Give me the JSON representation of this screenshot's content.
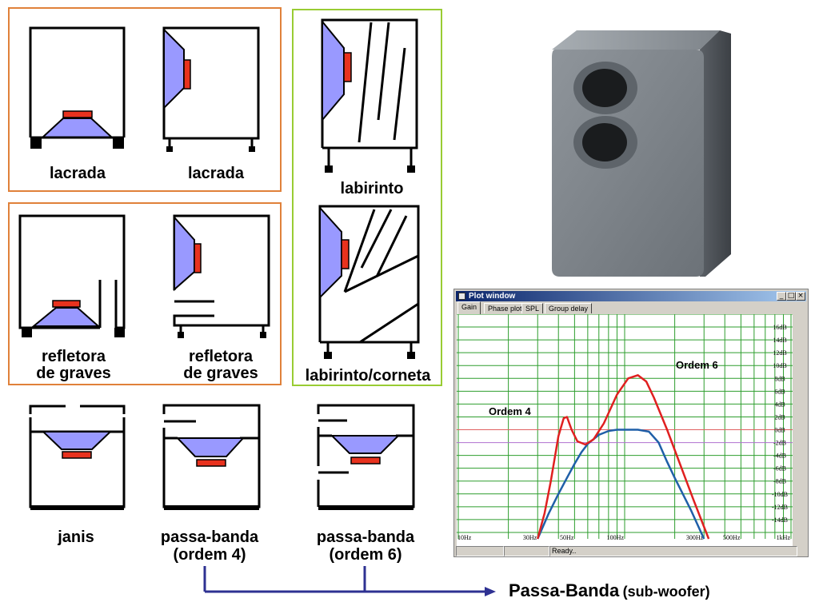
{
  "labels": {
    "lacrada_1": "lacrada",
    "lacrada_2": "lacrada",
    "labirinto": "labirinto",
    "refletora_1_line1": "refletora",
    "refletora_1_line2": "de graves",
    "refletora_2_line1": "refletora",
    "refletora_2_line2": "de graves",
    "labirinto_corneta": "labirinto/corneta",
    "janis": "janis",
    "passa4_line1": "passa-banda",
    "passa4_line2": "(ordem 4)",
    "passa6_line1": "passa-banda",
    "passa6_line2": "(ordem 6)",
    "footer_main": "Passa-Banda",
    "footer_sub": "(sub-woofer)"
  },
  "colors": {
    "orange_frame": "#e0813a",
    "green_frame": "#99cc33",
    "cone": "#9999ff",
    "magnet": "#e8321e",
    "connector": "#2e3192",
    "grid": "#2e9e2e",
    "order4": "#1f5fa8",
    "order6": "#e02020"
  },
  "plot_window": {
    "title": "Plot window",
    "tabs": [
      "Gain",
      "Phase plot",
      "SPL",
      "Group delay"
    ],
    "status": "Ready..",
    "minimize": "_",
    "maximize": "□",
    "close": "×"
  },
  "chart_data": {
    "type": "line",
    "title": "",
    "x_scale": "log",
    "x_ticks": [
      "10Hz",
      "30Hz",
      "50Hz",
      "100Hz",
      "300Hz",
      "500Hz",
      "1kHz"
    ],
    "y_ticks": [
      "16dB",
      "14dB",
      "12dB",
      "10dB",
      "8dB",
      "6dB",
      "4dB",
      "2dB",
      "0dB",
      "-2dB",
      "-4dB",
      "-6dB",
      "-8dB",
      "-10dB",
      "-12dB",
      "-14dB"
    ],
    "xlim": [
      10,
      1000
    ],
    "ylim": [
      -17,
      18
    ],
    "grid": true,
    "annotations": [
      "Ordem 4",
      "Ordem 6"
    ],
    "series": [
      {
        "name": "Ordem 4",
        "x": [
          30,
          35,
          40,
          45,
          50,
          55,
          60,
          70,
          80,
          90,
          100,
          120,
          140,
          160,
          180,
          200,
          250,
          300
        ],
        "y": [
          -17,
          -13,
          -10,
          -7.5,
          -5.3,
          -3.5,
          -2.2,
          -0.8,
          -0.2,
          0,
          0,
          0,
          -0.3,
          -2,
          -5,
          -7.5,
          -12.5,
          -17
        ]
      },
      {
        "name": "Ordem 6",
        "x": [
          30,
          33,
          36,
          40,
          43,
          45,
          48,
          52,
          58,
          65,
          75,
          90,
          105,
          120,
          135,
          150,
          180,
          220,
          260,
          320
        ],
        "y": [
          -17,
          -13,
          -8,
          -1,
          1.8,
          2,
          0,
          -1.8,
          -2.3,
          -1.5,
          1,
          5.5,
          8,
          8.5,
          7.5,
          5,
          0,
          -6,
          -11,
          -17
        ]
      }
    ]
  }
}
